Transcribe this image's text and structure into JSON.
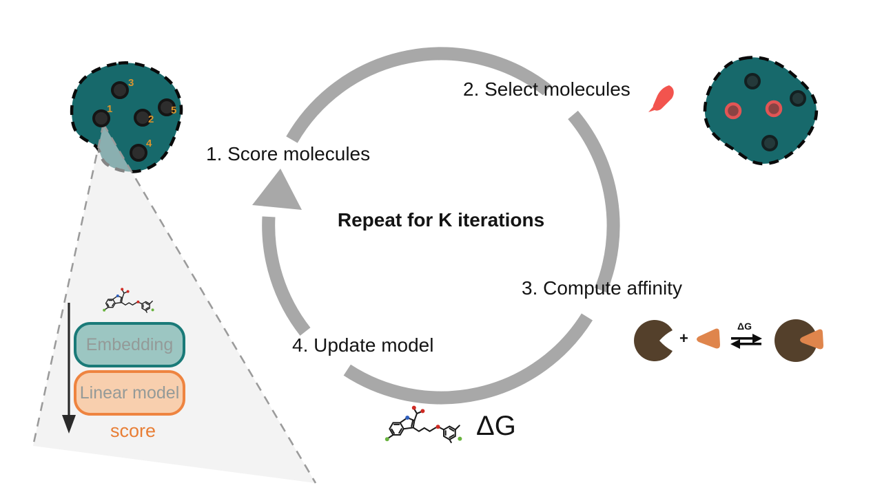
{
  "figure": {
    "center_label": "Repeat for K iterations",
    "steps": [
      {
        "label": "1. Score molecules"
      },
      {
        "label": "2. Select molecules"
      },
      {
        "label": "3. Compute affinity"
      },
      {
        "label": "4. Update model"
      }
    ],
    "chemical_space": {
      "dot_labels": [
        "1",
        "2",
        "3",
        "4",
        "5"
      ],
      "blob_color": "#17696b",
      "dot_color": "#2d2d2d",
      "selected_dot_ring_color": "#e25555"
    },
    "scoring_pipeline": {
      "embedding_label": "Embedding",
      "linear_model_label": "Linear model",
      "score_label": "score",
      "embedding_border_color": "#1a7a78",
      "linear_border_color": "#ee8440",
      "score_color": "#e87e35"
    },
    "affinity": {
      "plus_label": "+",
      "equilibrium_label": "ΔG",
      "delta_g_label": "ΔG",
      "protein_color": "#54402b",
      "ligand_color": "#df854c"
    },
    "icons": {
      "select_marker": "red-brush-stroke"
    },
    "colors": {
      "cycle_ring": "#a8a8a8",
      "select_red": "#f2544e"
    }
  }
}
